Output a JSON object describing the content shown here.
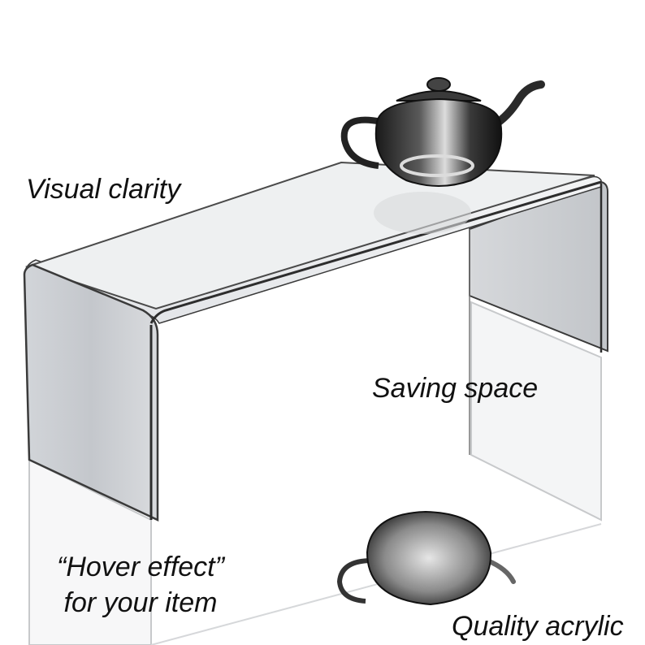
{
  "labels": {
    "visual_clarity": "Visual clarity",
    "saving_space": "Saving space",
    "hover_line1": "“Hover effect”",
    "hover_line2": "for your item",
    "quality_acrylic": "Quality acrylic"
  },
  "colors": {
    "background": "#ffffff",
    "acrylic_edge": "#3a3a3a",
    "acrylic_face": "#e6e8ea",
    "acrylic_shade": "#c9ccd0",
    "glass_dark": "#141414",
    "text": "#111111"
  }
}
